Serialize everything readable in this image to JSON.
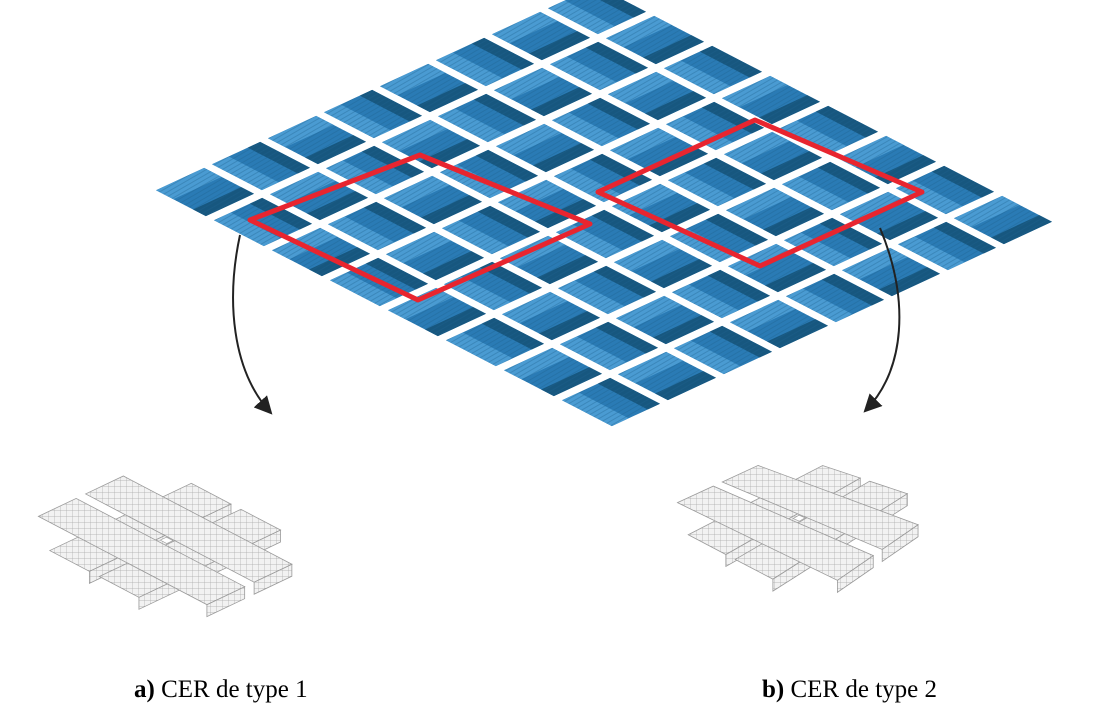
{
  "colors": {
    "fabric": "#2a7bb5",
    "fabric_light": "#4a9bd2",
    "fabric_dark": "#17577f",
    "highlight": "#e8252f",
    "mesh_fill": "#f0f0f0",
    "mesh_line": "#9a9a9a",
    "arrow": "#222222"
  },
  "captions": [
    {
      "letter": "a)",
      "text": " CER de type 1"
    },
    {
      "letter": "b)",
      "text": " CER de type 2"
    }
  ]
}
